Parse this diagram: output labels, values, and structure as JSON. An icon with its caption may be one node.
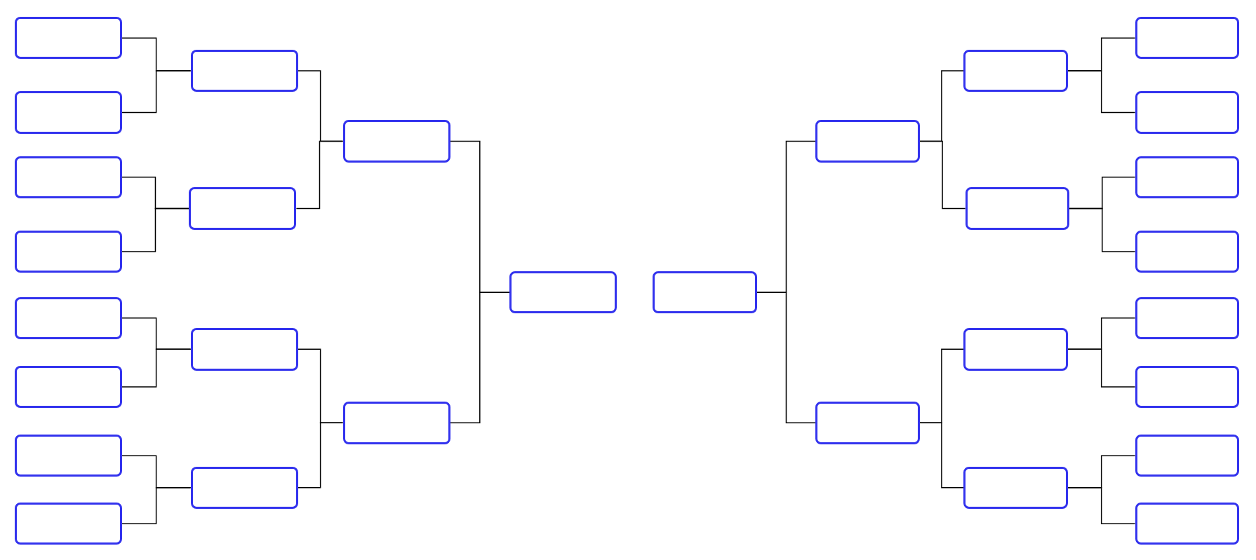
{
  "diagram": {
    "nodes": [
      {
        "text": [],
        "shape": "box"
      },
      {
        "text": [],
        "shape": "box"
      },
      {
        "text": [],
        "shape": "box"
      },
      {
        "text": [],
        "shape": "box"
      },
      {
        "text": [],
        "shape": "box"
      },
      {
        "text": [],
        "shape": "box"
      },
      {
        "text": [],
        "shape": "box"
      },
      {
        "text": [],
        "shape": "box"
      },
      {
        "text": [],
        "shape": "box"
      },
      {
        "text": [],
        "shape": "box"
      },
      {
        "text": [],
        "shape": "box"
      },
      {
        "text": [],
        "shape": "box"
      },
      {
        "text": [],
        "shape": "box"
      },
      {
        "text": [],
        "shape": "box"
      },
      {
        "text": [],
        "shape": "box"
      },
      {
        "text": [],
        "shape": "box"
      },
      {
        "text": [],
        "shape": "box"
      },
      {
        "text": [],
        "shape": "box"
      },
      {
        "text": [],
        "shape": "box"
      },
      {
        "text": [],
        "shape": "box"
      },
      {
        "text": [],
        "shape": "box"
      },
      {
        "text": [],
        "shape": "box"
      },
      {
        "text": [],
        "shape": "box"
      },
      {
        "text": [],
        "shape": "box"
      },
      {
        "text": [],
        "shape": "box"
      },
      {
        "text": [],
        "shape": "box"
      },
      {
        "text": [],
        "shape": "box"
      },
      {
        "text": [],
        "shape": "box"
      },
      {
        "text": [],
        "shape": "box"
      },
      {
        "text": [],
        "shape": "box"
      }
    ],
    "edges": [
      {
        "from": 0,
        "to": 8,
        "arrow": "none"
      },
      {
        "from": 1,
        "to": 8,
        "arrow": "none"
      },
      {
        "from": 2,
        "to": 9,
        "arrow": "none"
      },
      {
        "from": 3,
        "to": 9,
        "arrow": "none"
      },
      {
        "from": 4,
        "to": 10,
        "arrow": "none"
      },
      {
        "from": 5,
        "to": 10,
        "arrow": "none"
      },
      {
        "from": 6,
        "to": 11,
        "arrow": "none"
      },
      {
        "from": 7,
        "to": 11,
        "arrow": "none"
      },
      {
        "from": 8,
        "to": 12,
        "arrow": "none"
      },
      {
        "from": 9,
        "to": 12,
        "arrow": "none"
      },
      {
        "from": 10,
        "to": 13,
        "arrow": "none"
      },
      {
        "from": 11,
        "to": 13,
        "arrow": "none"
      },
      {
        "from": 12,
        "to": 14,
        "arrow": "none"
      },
      {
        "from": 13,
        "to": 14,
        "arrow": "none"
      },
      {
        "from": 22,
        "to": 18,
        "arrow": "none"
      },
      {
        "from": 23,
        "to": 18,
        "arrow": "none"
      },
      {
        "from": 24,
        "to": 19,
        "arrow": "none"
      },
      {
        "from": 25,
        "to": 19,
        "arrow": "none"
      },
      {
        "from": 26,
        "to": 20,
        "arrow": "none"
      },
      {
        "from": 27,
        "to": 20,
        "arrow": "none"
      },
      {
        "from": 28,
        "to": 21,
        "arrow": "none"
      },
      {
        "from": 29,
        "to": 21,
        "arrow": "none"
      },
      {
        "from": 18,
        "to": 16,
        "arrow": "none"
      },
      {
        "from": 19,
        "to": 16,
        "arrow": "none"
      },
      {
        "from": 20,
        "to": 17,
        "arrow": "none"
      },
      {
        "from": 21,
        "to": 17,
        "arrow": "none"
      },
      {
        "from": 16,
        "to": 15,
        "arrow": "none"
      },
      {
        "from": 17,
        "to": 15,
        "arrow": "none"
      }
    ]
  }
}
